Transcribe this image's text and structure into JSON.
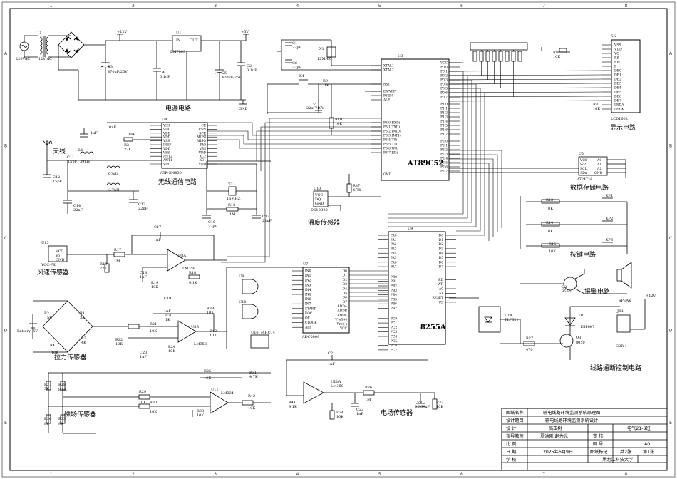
{
  "frame": {
    "columns": [
      "1",
      "2",
      "3",
      "4",
      "5",
      "6",
      "7",
      "8"
    ],
    "rows": [
      "A",
      "B",
      "C",
      "D",
      "E"
    ]
  },
  "power": {
    "title": "电源电路",
    "ac_label": "220VAC",
    "sec_label": "12V AC",
    "t1": "T1",
    "u1": "U1",
    "u1_part": "LM7805",
    "u1_in": "IN",
    "u1_out": "OUT",
    "vcc12": "+12V",
    "vcc5": "+5V",
    "c3": "C3",
    "c3v": "470uF/25V",
    "c4": "C4",
    "c4v": "0.1uF",
    "c5": "C5",
    "c5v": "470uF/25V",
    "c2": "C2",
    "c2v": "0.1uF",
    "gnd": "GND"
  },
  "mcu": {
    "u3": "U3",
    "part": "AT89C52",
    "x1": "X1",
    "x1v": "12MHZ",
    "c1": "C1",
    "c1v": "22pF",
    "c6": "C6",
    "c6v": "22pF",
    "c7": "C7",
    "c7v": "22uF/10V",
    "r9": "R9",
    "r9v": "1K",
    "r10": "R10",
    "r10v": "10K",
    "k4": "K4",
    "left_pins": [
      "XTAL1",
      "XTAL2",
      "RST",
      "EA/VPP",
      "PSEN",
      "ALE",
      "P3.0(RXD)",
      "P3.1(TXD)",
      "P3.2(INT0)",
      "P3.3(INT1)",
      "P3.4(T0)",
      "P3.5(T1)",
      "P3.6(WR)",
      "P3.7(RD)"
    ],
    "right_pins": [
      "VCC",
      "P0.0",
      "P0.1",
      "P0.2",
      "P0.3",
      "P0.4",
      "P0.5",
      "P0.6",
      "P0.7",
      "P1.0",
      "P1.1",
      "P1.2",
      "P1.3",
      "P1.4",
      "P1.5",
      "P1.6",
      "P1.7",
      "P2.0",
      "P2.1",
      "P2.2",
      "P2.3",
      "P2.4",
      "P2.5",
      "P2.6",
      "P2.7"
    ],
    "gnd_pin": "GND"
  },
  "lcd": {
    "title": "显示电路",
    "u2": "U2",
    "part": "LCD1602",
    "pins": [
      "VSS",
      "VDD",
      "VO",
      "RS",
      "RW",
      "E",
      "DB0",
      "DB1",
      "DB2",
      "DB3",
      "DB4",
      "DB5",
      "DB6",
      "DB7",
      "LEDA",
      "LEDK"
    ],
    "r1": "R1",
    "r1v": "10K",
    "r8": "R8",
    "r8v": "10K"
  },
  "wireless": {
    "title": "无线通信电路",
    "antenna": "天线",
    "u4": "U4",
    "part": "ATK-SI4830",
    "left_pins": [
      "VSS",
      "VDD",
      "VDD",
      "VDD",
      "VSS",
      "IREF",
      "VDD",
      "VSS",
      "ANT2",
      "ANT1",
      "VDD"
    ],
    "right_pins": [
      "CE",
      "CSN",
      "SCK",
      "MOSI",
      "MISO",
      "IRQ",
      "VSS",
      "VDD",
      "XC2",
      "XC1",
      "VDD"
    ],
    "x2": "X2",
    "x2v": "16MHZ",
    "r13": "R13",
    "r13v": "1M",
    "c16": "C16",
    "c16v": "22pF",
    "c13": "C13",
    "c13v": "22pF",
    "c14": "C14",
    "c14v": "22nF",
    "c12": "C12",
    "c12v": "15pF",
    "c11": "C11",
    "c11v": "15pF",
    "l1": "L1",
    "l1v": "39nH",
    "l2v": "82nH",
    "l3v": "2.7nH",
    "c9v": "1uF",
    "c10v": "10nF",
    "c8v": "1nF",
    "r3": "R3",
    "r3v": "22K"
  },
  "temp": {
    "title": "温度传感器",
    "u13": "U13",
    "part": "DS18B20",
    "pins": [
      "VCC",
      "DQ",
      "GND"
    ],
    "r37": "R37",
    "r37v": "4.7K"
  },
  "storage": {
    "title": "数据存储电路",
    "u5": "U5",
    "part": "AT24C16",
    "pins": [
      "VCC",
      "WP",
      "SCL",
      "SDA"
    ],
    "rpins": [
      "A0",
      "A1",
      "A2",
      "GND"
    ]
  },
  "keys": {
    "title": "按键电路",
    "r12": "R12",
    "r12v": "10K",
    "kp1": "KP1",
    "r14": "R14",
    "r14v": "10K",
    "kp2": "KP2",
    "r15": "R15",
    "r15v": "10K",
    "kp3": "KP3"
  },
  "ppi": {
    "u9": "U9",
    "part": "8255A",
    "left_pins": [
      "PA0",
      "PA1",
      "PA2",
      "PA3",
      "PA4",
      "PA5",
      "PA6",
      "PA7",
      "PB0",
      "PB1",
      "PB2",
      "PB3",
      "PB4",
      "PB5",
      "PB6",
      "PB7",
      "PC0",
      "PC1",
      "PC2",
      "PC3",
      "PC4",
      "PC5",
      "PC6",
      "PC7"
    ],
    "right_pins": [
      "D0",
      "D1",
      "D2",
      "D3",
      "D4",
      "D5",
      "D6",
      "D7",
      "RD",
      "WR",
      "A0",
      "A1",
      "RESET",
      "CS"
    ]
  },
  "adc": {
    "u7": "U7",
    "part": "ADC0809",
    "left_pins": [
      "IN0",
      "IN1",
      "IN2",
      "IN3",
      "IN4",
      "IN5",
      "IN6",
      "IN7",
      "START",
      "EOC",
      "OE",
      "CLOCK",
      "ALE"
    ],
    "right_pins": [
      "D0",
      "D1",
      "D2",
      "D3",
      "D4",
      "D5",
      "D6",
      "D7",
      "ADDA",
      "ADDB",
      "ADDC",
      "Vref(+)",
      "Vref(-)",
      "VCC"
    ],
    "u8": "U8",
    "u10": "U10",
    "u16": "U16",
    "u16part": "74HC74"
  },
  "wind": {
    "title": "风速传感器",
    "u15": "U15",
    "part": "YGC-FX",
    "pins": [
      "VCC",
      "Vo",
      "GND"
    ],
    "r17": "R17",
    "r17v": "1M",
    "r16": "R16",
    "r16v": "22K",
    "c17": "C17",
    "c17v": "1nF",
    "c18": "C18",
    "c18v": "1uF",
    "r18": "R18",
    "r18v": "9.1K",
    "r19": "R19",
    "r19v": "10K",
    "u8a": "U8A",
    "u8part": "LM358"
  },
  "force": {
    "title": "拉力传感器",
    "r1": "R1",
    "r1v": "3K",
    "r2": "R2",
    "r2v": "5K",
    "r3": "R3",
    "r3v": "4K",
    "r4": "R4",
    "r4v": "10K",
    "batt": "Battery -5V",
    "c19": "C19",
    "c19v": "1nF",
    "r20": "R20",
    "r20v": "1K",
    "r21": "R21",
    "r21v": "10K",
    "r22": "R22",
    "r22v": "10K",
    "r39": "R39",
    "r39v": "10K",
    "r40": "R40",
    "r40v": "10K",
    "r24": "R24",
    "r24v": "10K",
    "c20": "C20",
    "c20v": "1uF",
    "u8b": "U8B",
    "part": "LM358"
  },
  "magnetic": {
    "title": "磁场传感器",
    "r27": "R27",
    "r27v": "3K",
    "r28": "R28",
    "r28v": "8.5K",
    "r36": "R36",
    "r36v": "8K",
    "r35": "R35",
    "r35v": "9K",
    "r29": "R29",
    "r29v": "10K",
    "r30": "R30",
    "r30v": "10K",
    "r25": "R25",
    "r25v": "10K",
    "r31": "R31",
    "r31v": "4.7K",
    "r33": "R33",
    "r33v": "10K",
    "r42": "R42",
    "r42v": "10K",
    "u11": "U11",
    "part": "LM324"
  },
  "efield": {
    "title": "电场传感器",
    "c21": "C21",
    "c21v": "1nF",
    "u11a": "U11A",
    "part": "LM358",
    "r26": "R26",
    "r26v": "1M",
    "r32": "R32",
    "r32v": "10K",
    "r34": "R34",
    "r34v": "10K",
    "r41": "R41",
    "r41v": "9.1K",
    "c22": "C22",
    "c22v": "1nF",
    "c23": "C23",
    "c23v": "4.369uF"
  },
  "alarm": {
    "title": "报警电路",
    "q2": "Q2",
    "q2part": "8550",
    "speak": "SPEAK"
  },
  "relay": {
    "title": "线路通断控制电路",
    "u14": "U14",
    "part": "TLP521",
    "r27": "R27",
    "r27v": "470",
    "q3": "Q3",
    "q3part": "8050",
    "d1": "D1",
    "d1part": "1N4007",
    "jk1": "JK1",
    "g2r": "G2R-1",
    "vcc12": "+12V"
  },
  "title_block": {
    "drawing_name_label": "图纸名称",
    "drawing_name": "输电线路环境监测系统原理图",
    "project_label": "设计题目",
    "project": "输电线路环境监测系统设计",
    "designer_label": "设 计",
    "designer": "高玉树",
    "class_value": "电气21-8班",
    "teacher_label": "指导教师",
    "teacher": "夏洪刚 赵为光",
    "review_label": "审 核",
    "scale_label": "比 例",
    "size_label": "图 号",
    "size_value": "A0",
    "date_label": "日 期",
    "date_value": "2025年6月9日",
    "mark_label": "图纸标记",
    "sheets": "共2张",
    "sheet_no": "第1张",
    "school_label": "学 校",
    "school": "黑龙江科技大学"
  }
}
